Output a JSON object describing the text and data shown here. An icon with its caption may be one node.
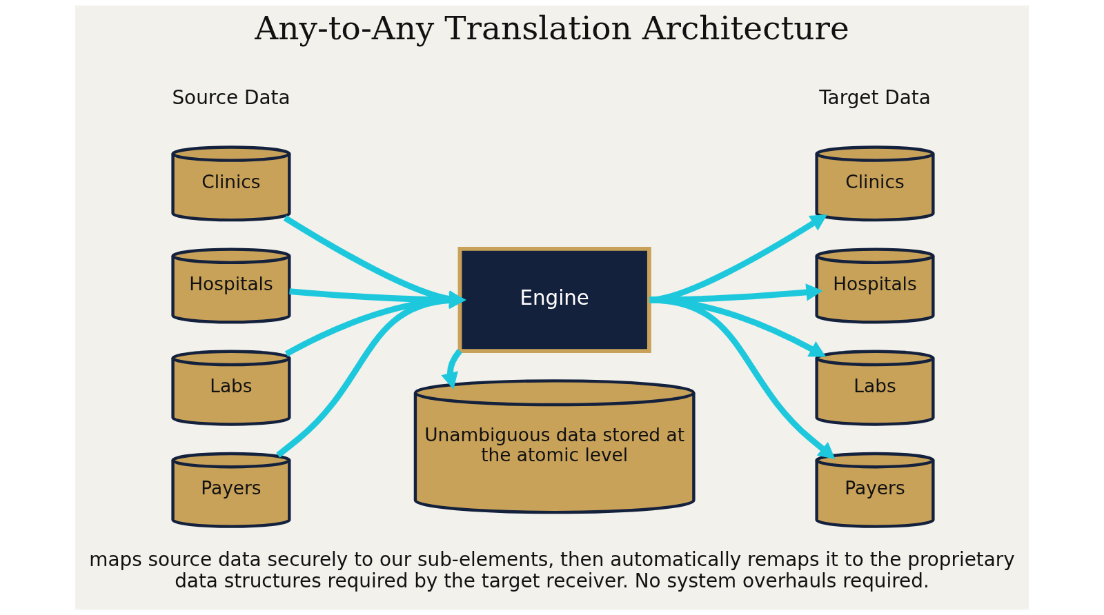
{
  "diagram": {
    "title": "Any-to-Any Translation Architecture",
    "caption": "maps source data securely to our sub-elements, then automatically remaps it to the proprietary data structures required by the target receiver. No system overhauls required.",
    "nodes": [
      {
        "text": [
          "Clinics"
        ]
      },
      {
        "text": [
          "Hospitals"
        ]
      },
      {
        "text": [
          "Labs"
        ]
      },
      {
        "text": [
          "Payers"
        ]
      },
      {
        "text": [
          "Engine"
        ]
      },
      {
        "text": [
          "Unambiguous data stored at the atomic level"
        ]
      },
      {
        "text": [
          "Clinics"
        ]
      },
      {
        "text": [
          "Hospitals"
        ]
      },
      {
        "text": [
          "Labs"
        ]
      },
      {
        "text": [
          "Payers"
        ]
      }
    ],
    "edges": [
      {
        "from": 0,
        "to": 4,
        "arrow": "to"
      },
      {
        "from": 1,
        "to": 4,
        "arrow": "to"
      },
      {
        "from": 2,
        "to": 4,
        "arrow": "to"
      },
      {
        "from": 3,
        "to": 4,
        "arrow": "to"
      },
      {
        "from": 4,
        "to": 5,
        "arrow": "to"
      },
      {
        "from": 4,
        "to": 6,
        "arrow": "to"
      },
      {
        "from": 4,
        "to": 7,
        "arrow": "to"
      },
      {
        "from": 4,
        "to": 8,
        "arrow": "to"
      },
      {
        "from": 4,
        "to": 9,
        "arrow": "to"
      }
    ],
    "labels": [
      "Source Data",
      "Target Data"
    ]
  }
}
